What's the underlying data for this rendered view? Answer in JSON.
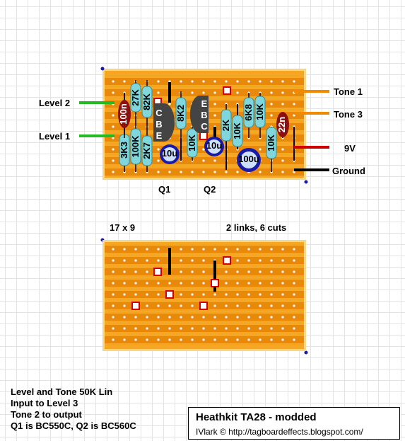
{
  "colors": {
    "board": "#f5a623",
    "strip": "#e8890c",
    "edge": "#f5d78a",
    "resistor": "#7fd6dc",
    "cap_electrolytic": "#1a1aa8",
    "cap_film": "#8b1010",
    "transistor": "#444444",
    "cut": "#d40000",
    "wire_green": "#22bb22",
    "wire_orange": "#f08a00",
    "wire_red": "#cc0000",
    "wire_black": "#000000"
  },
  "labels": {
    "level2": "Level 2",
    "level1": "Level 1",
    "tone1": "Tone 1",
    "tone3": "Tone 3",
    "v9": "9V",
    "ground": "Ground",
    "q1": "Q1",
    "q2": "Q2",
    "size": "17 x 9",
    "links_cuts": "2 links, 6 cuts"
  },
  "components": {
    "r_27k": "27K",
    "r_82k": "82K",
    "r_8k2": "8K2",
    "r_3k3": "3K3",
    "r_100k": "100K",
    "r_2k7": "2K7",
    "r_10k_a": "10K",
    "r_2k": "2K",
    "r_10k_b": "10K",
    "r_6k8": "6K8",
    "r_10k_c": "10K",
    "r_10k_d": "10K",
    "c_100n": "100n",
    "c_22n": "22n",
    "c_10u_a": "10u",
    "c_10u_b": "10u",
    "c_100u": "100u",
    "q1_c": "C",
    "q1_b": "B",
    "q1_e": "E",
    "q2_e": "E",
    "q2_b": "B",
    "q2_c": "C"
  },
  "notes": [
    "Level and Tone 50K Lin",
    "Input to Level 3",
    "Tone 2 to output",
    "Q1 is BC550C, Q2 is BC560C"
  ],
  "title": "Heathkit TA28 - modded",
  "credit": "IVlark © http://tagboardeffects.blogspot.com/"
}
